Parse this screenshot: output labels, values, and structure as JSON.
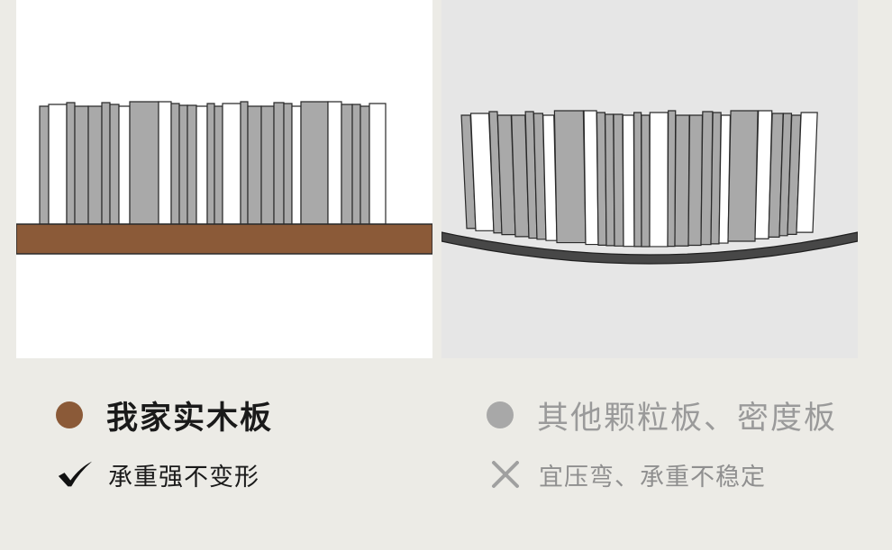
{
  "colors": {
    "page_background": "#ecebe6",
    "left_panel_background": "#ffffff",
    "right_panel_background": "#e6e6e6",
    "solid_wood_board": "#8b5a38",
    "particle_board": "#474747",
    "book_gray": "#a9a9a9",
    "book_white": "#ffffff",
    "left_dot": "#8b5a38",
    "right_dot": "#a8a8a8"
  },
  "left": {
    "heading": "我家实木板",
    "sub_icon": "check-icon",
    "sub_text": "承重强不变形"
  },
  "right": {
    "heading": "其他颗粒板、密度板",
    "sub_icon": "cross-icon",
    "sub_text": "宜压弯、承重不稳定"
  }
}
